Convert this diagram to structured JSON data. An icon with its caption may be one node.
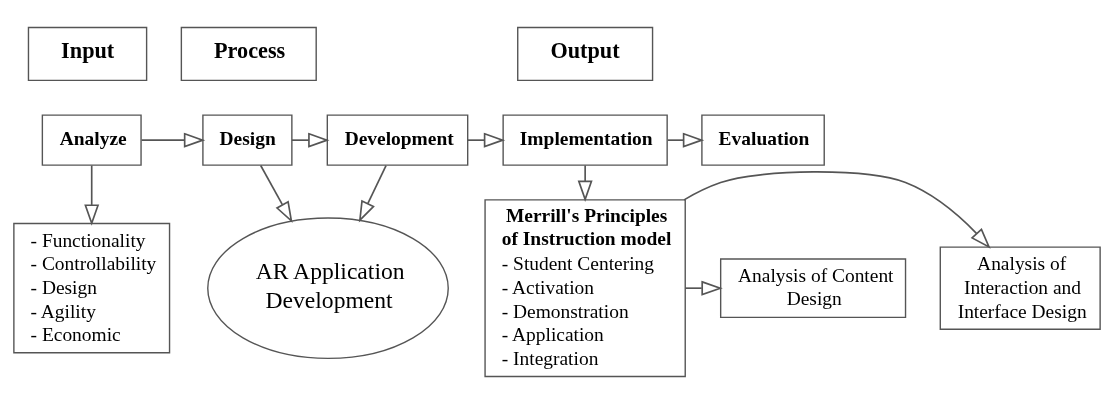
{
  "diagram": {
    "nodes": [
      {
        "text": [
          "Input"
        ]
      },
      {
        "text": [
          "Process"
        ]
      },
      {
        "text": [
          "Output"
        ]
      },
      {
        "text": [
          "Analyze"
        ]
      },
      {
        "text": [
          "Design"
        ]
      },
      {
        "text": [
          "Development"
        ]
      },
      {
        "text": [
          "Implementation"
        ]
      },
      {
        "text": [
          "Evaluation"
        ]
      },
      {
        "text": [
          "- Functionality",
          "- Controllability",
          "- Design",
          "- Agility",
          "- Economic"
        ]
      },
      {
        "text": [
          "AR Application Development"
        ]
      },
      {
        "text": [
          "Merrill's Principles of Instruction model",
          "- Student Centering",
          "- Activation",
          "- Demonstration",
          "- Application",
          "- Integration"
        ]
      },
      {
        "text": [
          "Analysis of Content Design"
        ]
      },
      {
        "text": [
          "Analysis of Interaction and Interface Design"
        ]
      }
    ],
    "edges": [
      {
        "from": 3,
        "to": 4,
        "arrow": "to"
      },
      {
        "from": 4,
        "to": 5,
        "arrow": "to"
      },
      {
        "from": 5,
        "to": 6,
        "arrow": "to"
      },
      {
        "from": 6,
        "to": 7,
        "arrow": "to"
      },
      {
        "from": 3,
        "to": 8,
        "arrow": "to"
      },
      {
        "from": 4,
        "to": 9,
        "arrow": "to"
      },
      {
        "from": 5,
        "to": 9,
        "arrow": "to"
      },
      {
        "from": 6,
        "to": 10,
        "arrow": "to"
      },
      {
        "from": 10,
        "to": 11,
        "arrow": "to"
      },
      {
        "from": 10,
        "to": 12,
        "arrow": "to"
      }
    ]
  }
}
